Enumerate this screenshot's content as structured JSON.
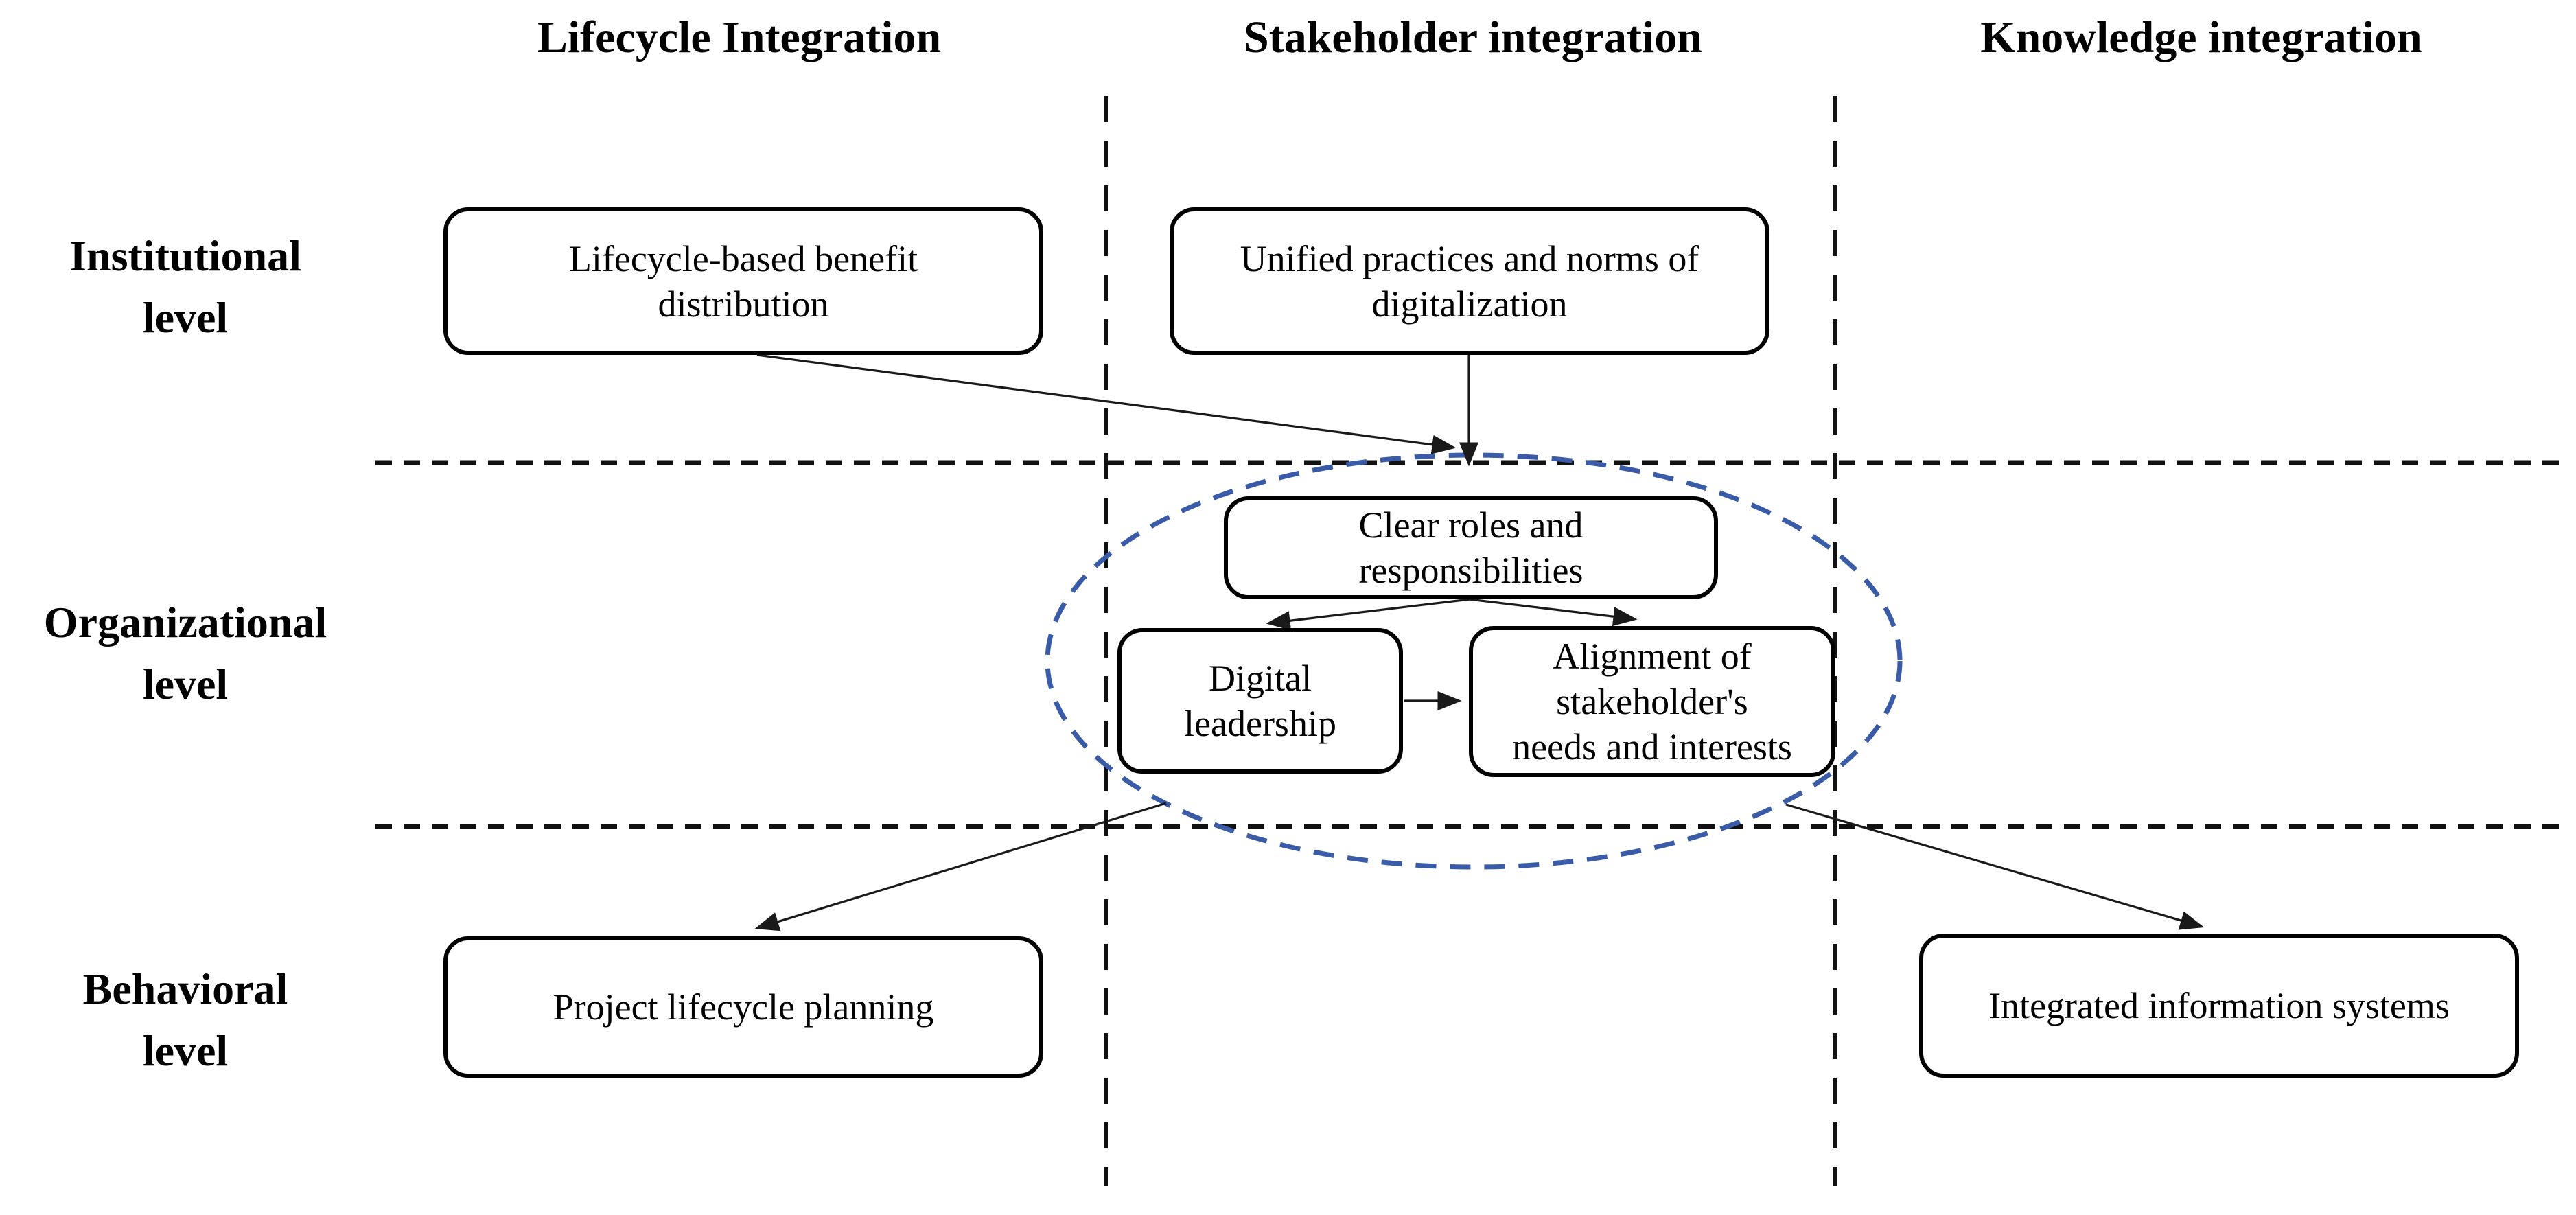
{
  "figure": {
    "column_headers": [
      {
        "label": "Lifecycle Integration"
      },
      {
        "label": "Stakeholder integration"
      },
      {
        "label": "Knowledge integration"
      }
    ],
    "row_headers": [
      {
        "label": "Institutional\nlevel"
      },
      {
        "label": "Organizational\nlevel"
      },
      {
        "label": "Behavioral\nlevel"
      }
    ],
    "nodes": {
      "lifecycle_benefit": {
        "label": "Lifecycle-based benefit\ndistribution"
      },
      "unified_practices": {
        "label": "Unified practices and norms of\ndigitalization"
      },
      "clear_roles": {
        "label": "Clear roles and\nresponsibilities"
      },
      "digital_leadership": {
        "label": "Digital\nleadership"
      },
      "alignment": {
        "label": "Alignment of\nstakeholder's\nneeds and interests"
      },
      "project_lifecycle": {
        "label": "Project lifecycle planning"
      },
      "integrated_info": {
        "label": "Integrated information systems"
      }
    },
    "colors": {
      "ellipse_stroke": "#3A5CA8",
      "grid_line": "#111111",
      "arrow_line": "#1a1a1a",
      "node_border": "#000000",
      "text": "#000000",
      "background": "#FFFFFF"
    }
  }
}
